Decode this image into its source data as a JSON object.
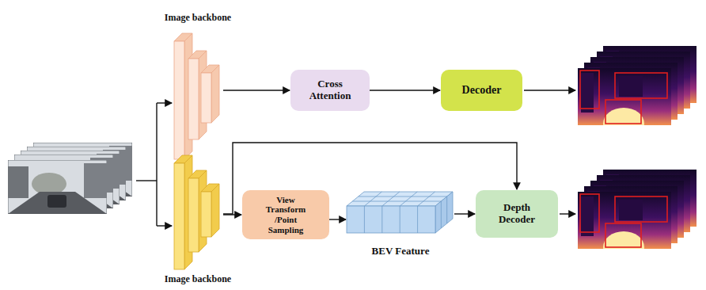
{
  "diagram": {
    "nodes": [
      {
        "text": [
          "Image backbone"
        ]
      },
      {
        "text": [
          "Cross Attention"
        ]
      },
      {
        "text": [
          "Decoder"
        ]
      },
      {
        "text": [
          "Image backbone"
        ]
      },
      {
        "text": [
          "View Transform /Point Sampling"
        ]
      },
      {
        "text": [
          "BEV Feature"
        ]
      },
      {
        "text": [
          "Depth Decoder"
        ]
      }
    ],
    "edges": [
      {
        "from": 0,
        "to": 1,
        "arrow": "to"
      },
      {
        "from": 1,
        "to": 2,
        "arrow": "to"
      },
      {
        "from": 3,
        "to": 4,
        "arrow": "to"
      },
      {
        "from": 4,
        "to": 5,
        "arrow": "to"
      },
      {
        "from": 5,
        "to": 6,
        "arrow": "to"
      },
      {
        "from": 3,
        "to": 6,
        "arrow": "to"
      }
    ]
  }
}
